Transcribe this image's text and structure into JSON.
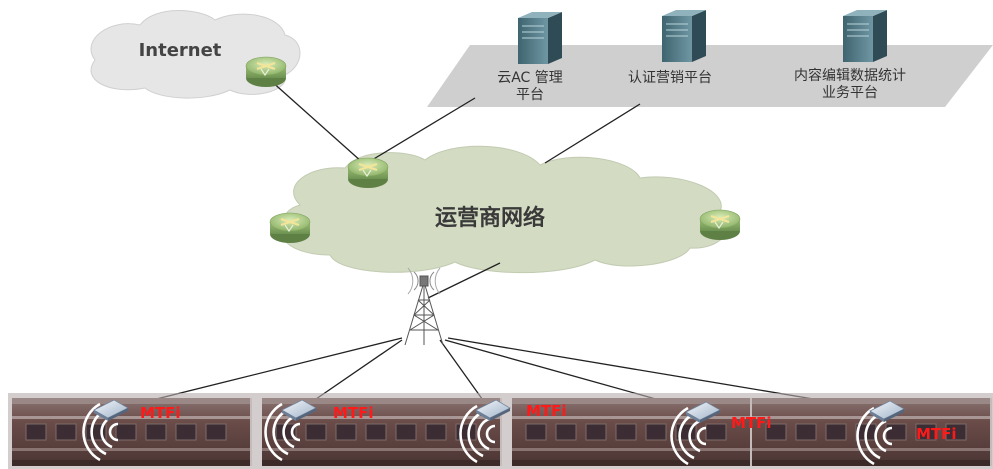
{
  "labels": {
    "internet": "Internet",
    "carrier_network": "运营商网络",
    "platform_cloud_ac": "云AC 管理\n平台",
    "platform_auth": "认证营销平台",
    "platform_content": "内容编辑数据统计\n业务平台",
    "mtfi": "MTFi"
  },
  "colors": {
    "internet_cloud": "#e6e6e6",
    "carrier_cloud": "#d3dcc3",
    "platform_band": "#cfcfcf",
    "router": "#9fbf7a",
    "server": "#5f8590",
    "train_body": "#6a4c49",
    "mtfi_text": "#ff1a1a"
  },
  "icons": {
    "router": "router-icon",
    "server": "server-icon",
    "tower": "wireless-tower-icon",
    "mtfi_device": "mtfi-device-icon",
    "wifi": "wifi-signal-icon",
    "train": "train-car"
  }
}
